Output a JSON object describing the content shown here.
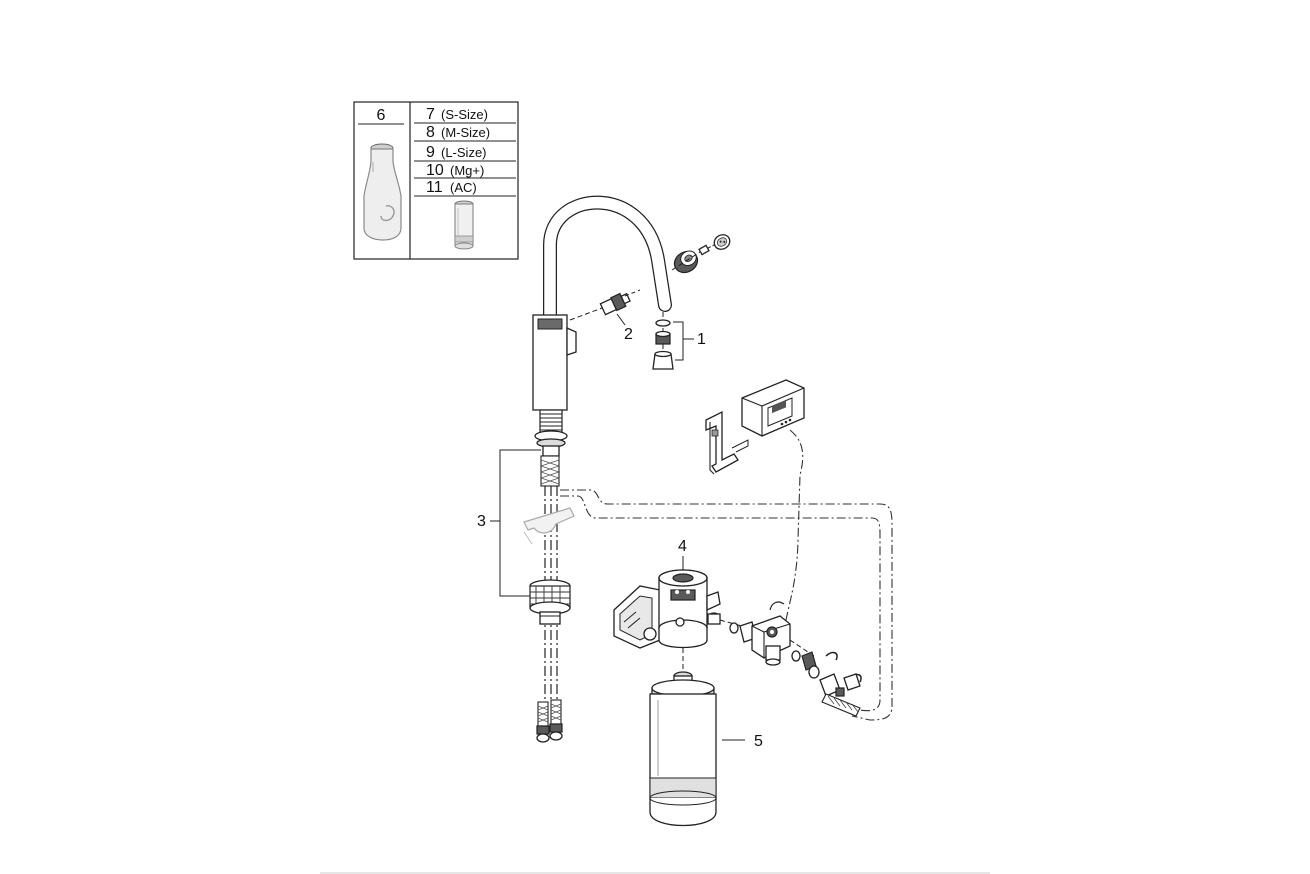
{
  "legend": {
    "left_header": "6",
    "rows": [
      {
        "num": "7",
        "text": "(S-Size)"
      },
      {
        "num": "8",
        "text": "(M-Size)"
      },
      {
        "num": "9",
        "text": "(L-Size)"
      },
      {
        "num": "10",
        "text": "(Mg+)"
      },
      {
        "num": "11",
        "text": "(AC)"
      }
    ]
  },
  "callouts": {
    "c1": "1",
    "c2": "2",
    "c3": "3",
    "c4": "4",
    "c5": "5"
  }
}
